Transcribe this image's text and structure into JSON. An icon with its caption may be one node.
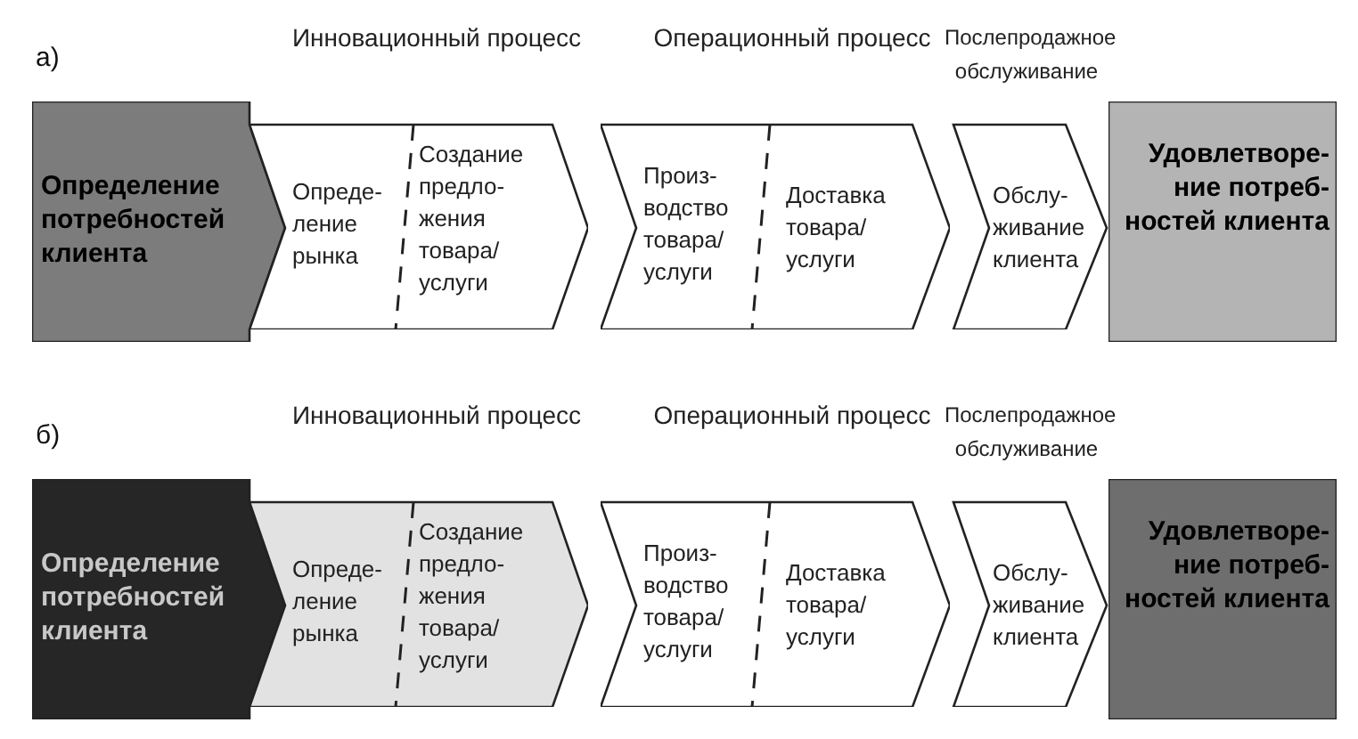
{
  "diagram": {
    "nodes": [
      {
        "text": [
          "Определение потребностей клиента"
        ]
      },
      {
        "text": [
          "Инновационный процесс"
        ]
      },
      {
        "text": [
          "Опреде- ление рынка"
        ],
        "in": 1
      },
      {
        "text": [
          "Создание предло- жения товара/ услуги"
        ],
        "in": 1
      },
      {
        "text": [
          "Операционный процесс"
        ]
      },
      {
        "text": [
          "Произ- водство товара/ услуги"
        ],
        "in": 4
      },
      {
        "text": [
          "Доставка товара/ услуги"
        ],
        "in": 4
      },
      {
        "text": [
          "Послепродажное обслуживание",
          "Обслу- живание клиента"
        ]
      },
      {
        "text": [
          "Удовлетворе- ние потреб- ностей клиента"
        ]
      },
      {
        "text": [
          "Определение потребностей клиента"
        ]
      },
      {
        "text": [
          "Инновационный процесс"
        ]
      },
      {
        "text": [
          "Опреде- ление рынка"
        ],
        "in": 10
      },
      {
        "text": [
          "Создание предло- жения товара/ услуги"
        ],
        "in": 10
      },
      {
        "text": [
          "Операционный процесс"
        ]
      },
      {
        "text": [
          "Произ- водство товара/ услуги"
        ],
        "in": 13
      },
      {
        "text": [
          "Доставка товара/ услуги"
        ],
        "in": 13
      },
      {
        "text": [
          "Послепродажное обслуживание",
          "Обслу- живание клиента"
        ]
      },
      {
        "text": [
          "Удовлетворе- ние потреб- ностей клиента"
        ]
      }
    ],
    "labels": [
      "а)",
      "б)"
    ]
  }
}
